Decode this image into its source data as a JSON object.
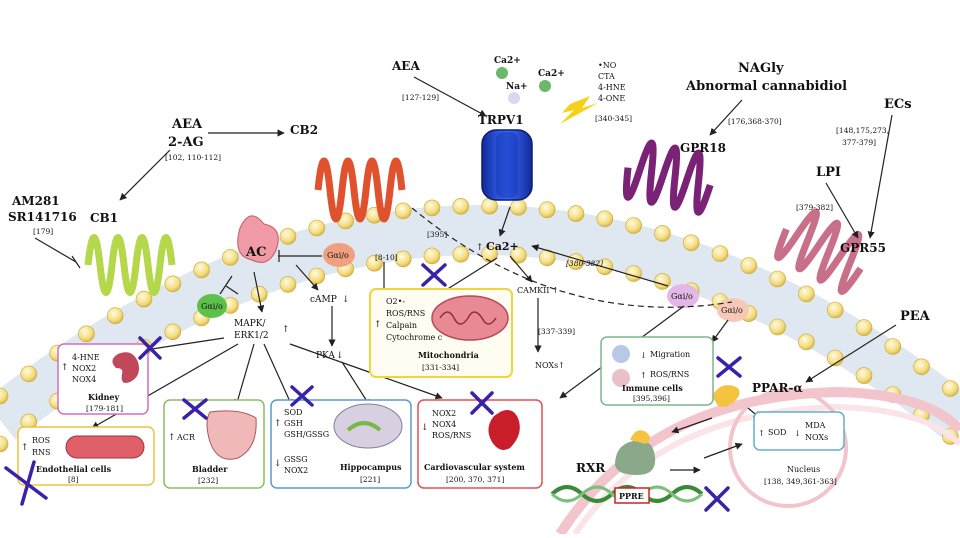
{
  "ligands": {
    "aea_2ag": {
      "line1": "AEA",
      "line2": "2-AG",
      "ref": "[102, 110-112]"
    },
    "am281": {
      "line1": "AM281",
      "line2": "SR141716",
      "ref": "[179]"
    },
    "aea_trpv1": {
      "label": "AEA",
      "ref": "[127-129]"
    },
    "nagly": {
      "line1": "NAGly",
      "line2": "Abnormal cannabidiol",
      "ref": "[176,368-370]"
    },
    "ecs": {
      "label": "ECs",
      "ref1": "[148,175,273,",
      "ref2": "377-379]"
    },
    "lpi": {
      "label": "LPI",
      "ref": "[379-382]"
    },
    "pea": {
      "label": "PEA"
    }
  },
  "ions": {
    "ca1": "Ca2+",
    "na": "Na+",
    "ca2": "Ca2+"
  },
  "trp_activators": {
    "items": [
      "•NO",
      "CTA",
      "4-HNE",
      "4-ONE"
    ],
    "ref": "[340-345]"
  },
  "receptors": {
    "cb1": "CB1",
    "cb2": "CB2",
    "trpv1": "TRPV1",
    "gpr18": "GPR18",
    "gpr55": "GPR55",
    "ppar": "PPAR-α",
    "rxr": "RXR",
    "ppre": "PPRE"
  },
  "gproteins": {
    "g1": "Gαi/o",
    "g2": "Gαi/o",
    "g3": "Gαi/o",
    "g4": "Gαi/o"
  },
  "signals": {
    "ac": "AC",
    "camp": "cAMP",
    "pka": "PKA",
    "mapk1": "MAPK/",
    "mapk2": "ERK1/2",
    "ca_int": "Ca2+",
    "camkii": "CAMKII",
    "noxs": "NOXs",
    "ref_395": "[395]",
    "ref_8_10": "[8-10]",
    "ref_380": "[380-382]",
    "ref_337": "[337-339]"
  },
  "kidney": {
    "items": [
      "4-HNE",
      "NOX2",
      "NOX4"
    ],
    "title": "Kidney",
    "ref": "[179-181]"
  },
  "endothelial": {
    "items": [
      "ROS",
      "RNS"
    ],
    "title": "Endothelial cells",
    "ref": "[8]"
  },
  "bladder": {
    "item": "ACR",
    "title": "Bladder",
    "ref": "[232]"
  },
  "hippocampus": {
    "up": [
      "SOD",
      "GSH",
      "GSH/GSSG"
    ],
    "down": [
      "GSSG",
      "NOX2"
    ],
    "title": "Hippocampus",
    "ref": "[221]"
  },
  "mitochondria": {
    "items": [
      "O2•-",
      "ROS/RNS",
      "Calpain",
      "Cytochrome c"
    ],
    "title": "Mitochondria",
    "ref": "[331-334]"
  },
  "cardio": {
    "items": [
      "NOX2",
      "NOX4",
      "ROS/RNS"
    ],
    "title": "Cardiovascular system",
    "ref": "[200, 370, 371]"
  },
  "immune": {
    "item1": "Migration",
    "item2": "ROS/RNS",
    "title": "Immune cells",
    "ref": "[395,396]"
  },
  "nucleus": {
    "up": "SOD",
    "down1": "MDA",
    "down2": "NOXs",
    "title": "Nucleus",
    "ref": "[138, 349,361-363]"
  },
  "colors": {
    "cb1": "#b5d84a",
    "cb2": "#e0522e",
    "trpv1": "#1c3fd0",
    "gpr18": "#7a2276",
    "gpr55": "#c8708a",
    "cross": "#3a22a8"
  }
}
